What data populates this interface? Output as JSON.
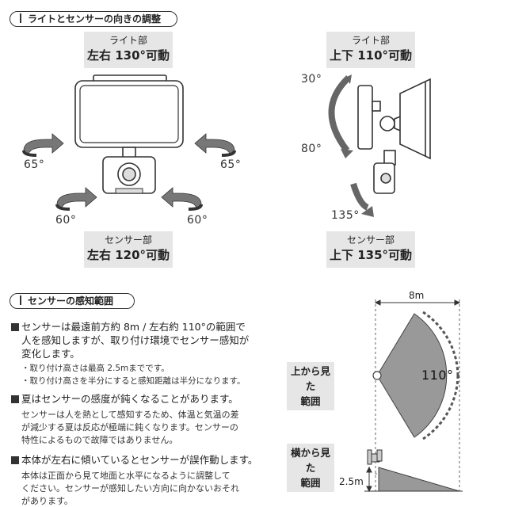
{
  "section1": {
    "title": "ライトとセンサーの向きの調整",
    "light_lr": {
      "title": "ライト部",
      "value": "左右 130°可動"
    },
    "sensor_lr": {
      "title": "センサー部",
      "value": "左右 120°可動"
    },
    "light_ud": {
      "title": "ライト部",
      "value": "上下 110°可動"
    },
    "sensor_ud": {
      "title": "センサー部",
      "value": "上下 135°可動"
    },
    "angles": {
      "light_left": "65°",
      "light_right": "65°",
      "sensor_left": "60°",
      "sensor_right": "60°",
      "up": "30°",
      "down": "80°",
      "sensor_down": "135°"
    }
  },
  "section2": {
    "title": "センサーの感知範囲",
    "bullet1": {
      "lines": [
        "センサーは最遠前方約 8m / 左右約 110°の範囲で",
        "人を感知しますが、取り付け環境でセンサー感知が",
        "変化します。"
      ],
      "notes": [
        "・取り付け高さは最高 2.5mまでです。",
        "・取り付け高さを半分にすると感知距離は半分になります。"
      ]
    },
    "bullet2": {
      "heading": "夏はセンサーの感度が鈍くなることがあります。",
      "lines": [
        "センサーは人を熱として感知するため、体温と気温の差",
        "が減少する夏は反応が極端に鈍くなります。センサーの",
        "特性によるもので故障ではありません。"
      ]
    },
    "bullet3": {
      "heading": "本体が左右に傾いているとセンサーが誤作動します。",
      "lines": [
        "本体は正面から見て地面と水平になるように調整して",
        "ください。センサーが感知したい方向に向かないおそれ",
        "があります。"
      ]
    },
    "diagram": {
      "distance": "8m",
      "angle": "110°",
      "top_view": [
        "上から見た",
        "範囲"
      ],
      "side_view": [
        "横から見た",
        "範囲"
      ],
      "height": "2.5m"
    }
  }
}
